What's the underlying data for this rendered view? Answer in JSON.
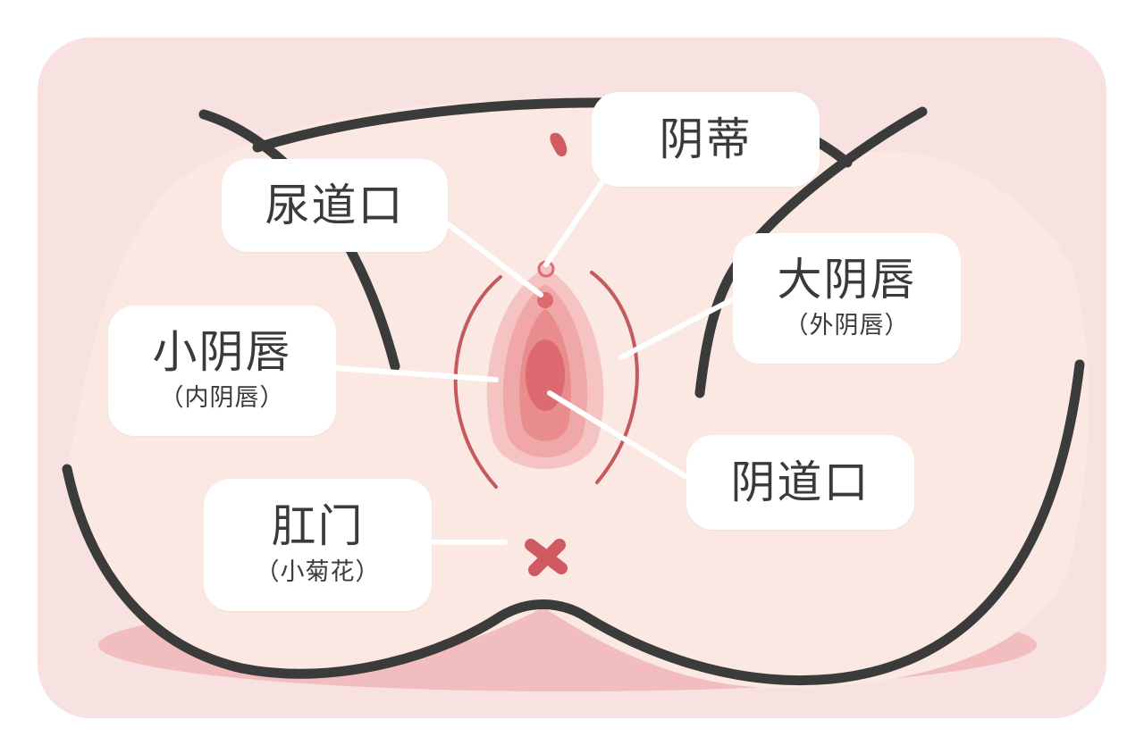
{
  "labels": {
    "clitoris": {
      "main": "阴蒂"
    },
    "urethral_opening": {
      "main": "尿道口"
    },
    "labia_majora": {
      "main": "大阴唇",
      "sub": "（外阴唇）"
    },
    "labia_minora": {
      "main": "小阴唇",
      "sub": "（内阴唇）"
    },
    "vaginal_opening": {
      "main": "阴道口"
    },
    "anus": {
      "main": "肛门",
      "sub": "（小菊花）"
    }
  },
  "colors": {
    "background_panel": "#f8e1e1",
    "skin": "#fbe8e2",
    "outline": "#3b3b3b",
    "shadow": "#f1bdbf",
    "labia_majora_line": "#c45a5e",
    "labia_outer": "#f5c4c2",
    "labia_mid": "#efa7a7",
    "labia_inner": "#e98c8d",
    "opening": "#dd6a70",
    "anus": "#cf5a61",
    "leader_line": "#ffffff",
    "label_background": "#ffffff",
    "label_text": "#3a3a3a"
  }
}
